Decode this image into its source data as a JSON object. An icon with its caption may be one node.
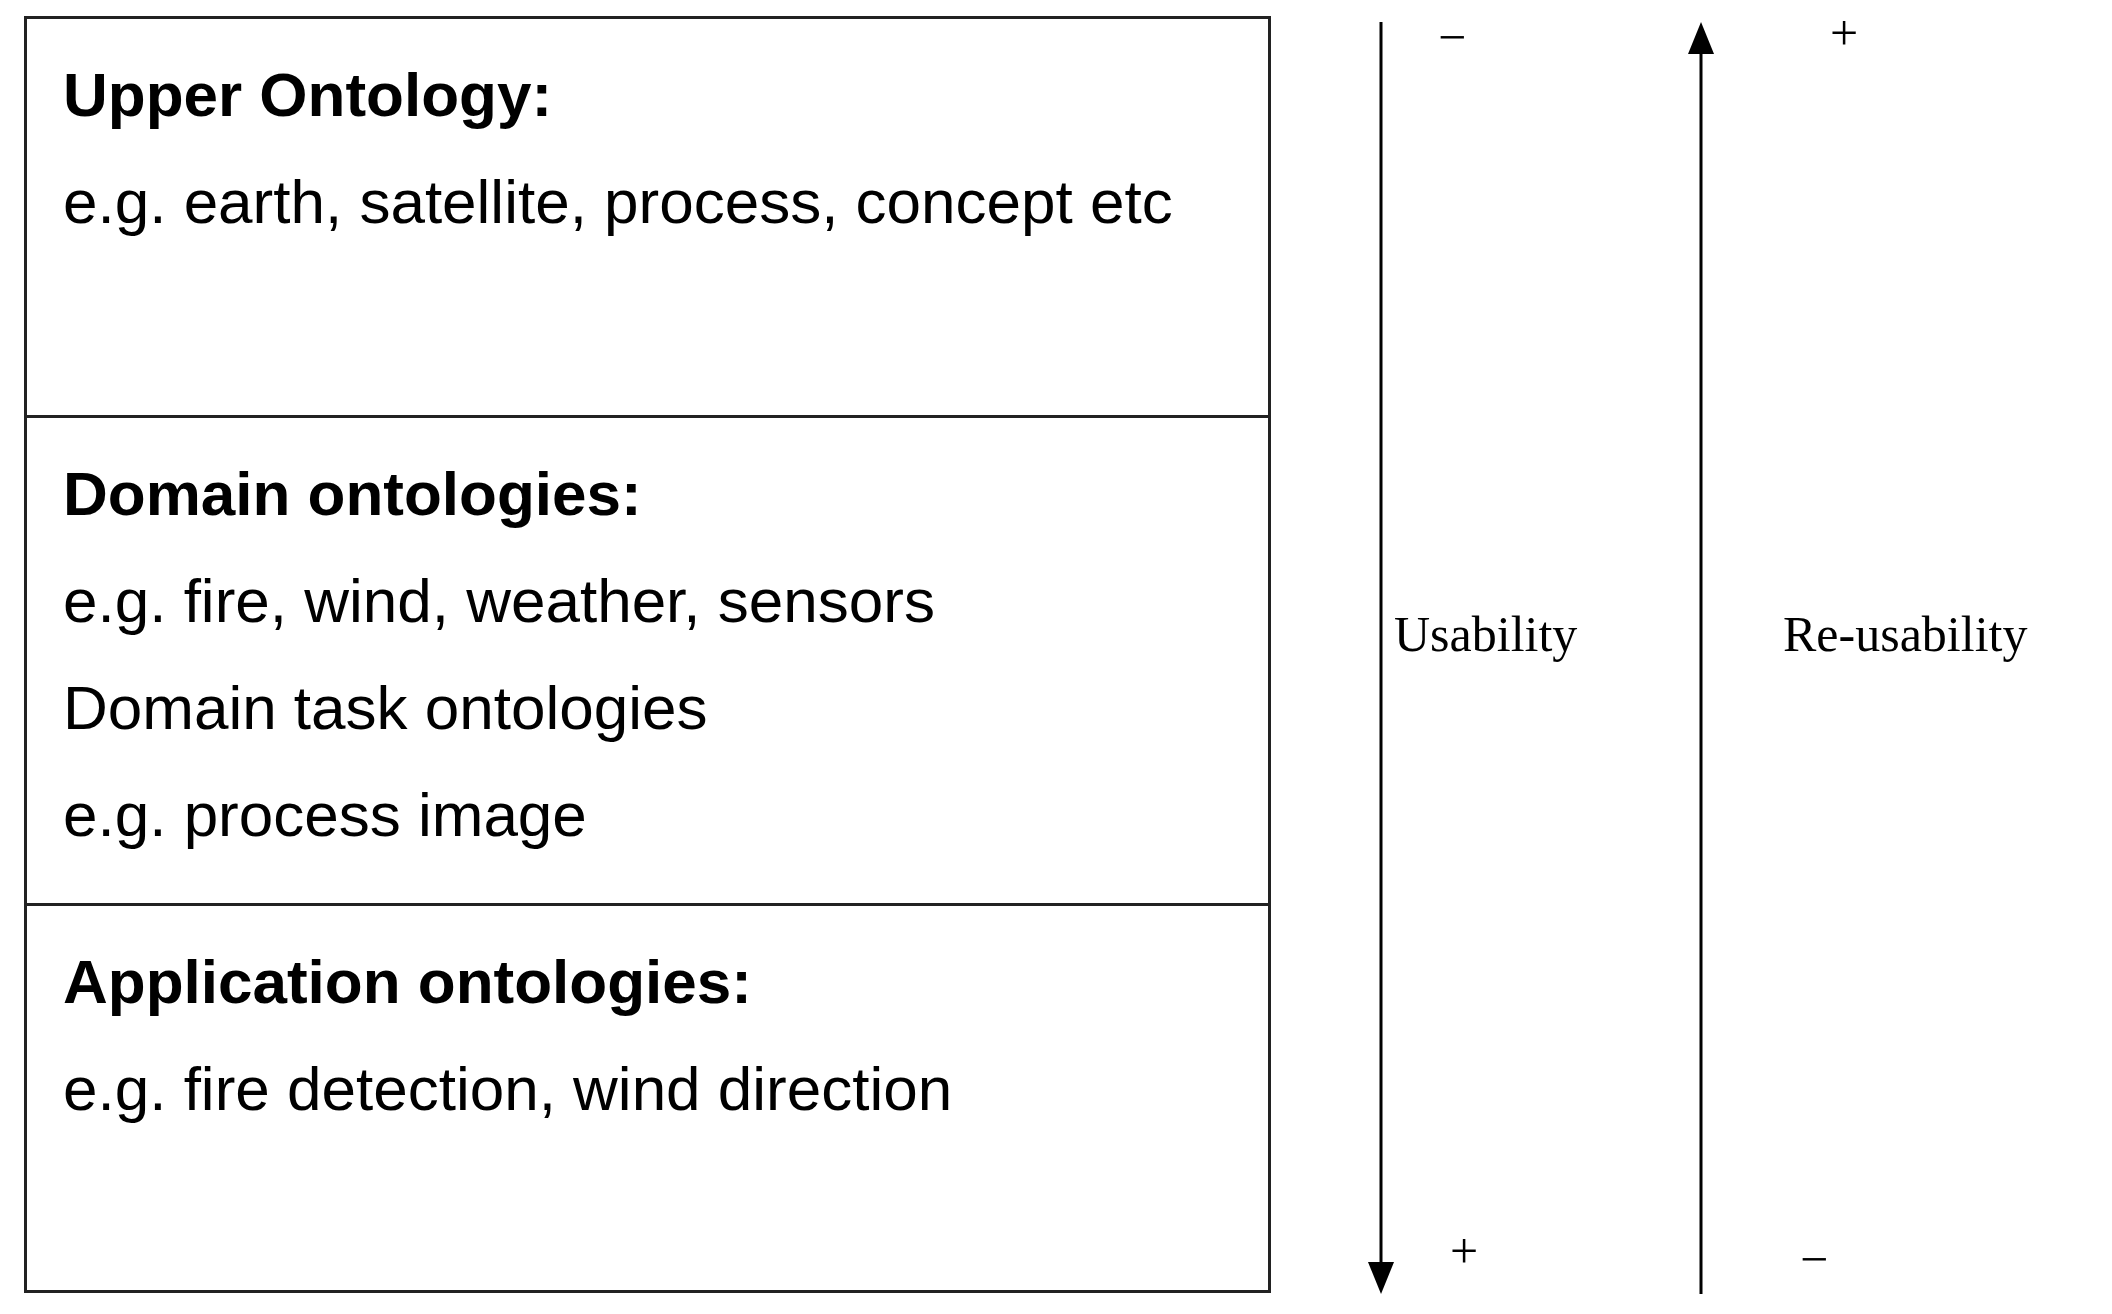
{
  "diagram": {
    "nodes": [
      {
        "text": [
          "Upper Ontology:",
          "e.g. earth, satellite, process, concept etc"
        ]
      },
      {
        "text": [
          "Domain ontologies:",
          "e.g. fire, wind, weather, sensors",
          "Domain task ontologies",
          "e.g. process image"
        ]
      },
      {
        "text": [
          "Application ontologies:",
          "e.g. fire detection, wind direction"
        ]
      }
    ],
    "labels": [
      "−",
      "+",
      "Usability",
      "Re-usability",
      "+",
      "−"
    ]
  }
}
